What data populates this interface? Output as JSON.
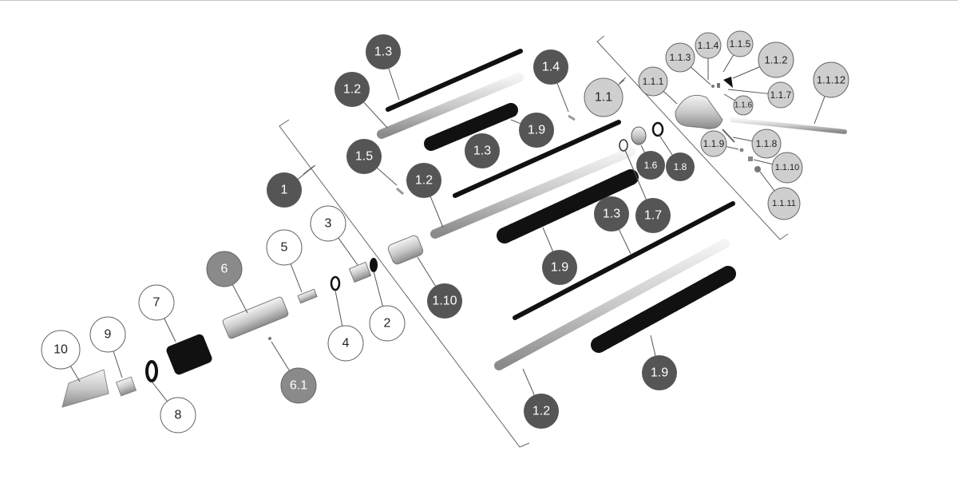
{
  "title": "Exploded parts diagram",
  "colors": {
    "dark": "#555555",
    "light": "#cfcfcf",
    "medium": "#8a8a8a",
    "white": "#ffffff",
    "line": "#555555"
  },
  "callouts": [
    {
      "label": "1.3",
      "style": "dark"
    },
    {
      "label": "1.2",
      "style": "dark"
    },
    {
      "label": "1.4",
      "style": "dark"
    },
    {
      "label": "1.9",
      "style": "dark"
    },
    {
      "label": "1.5",
      "style": "dark"
    },
    {
      "label": "1.3",
      "style": "dark"
    },
    {
      "label": "1.2",
      "style": "dark"
    },
    {
      "label": "1",
      "style": "dark"
    },
    {
      "label": "1.6",
      "style": "dark"
    },
    {
      "label": "1.8",
      "style": "dark"
    },
    {
      "label": "1.7",
      "style": "dark"
    },
    {
      "label": "1.3",
      "style": "dark"
    },
    {
      "label": "1.9",
      "style": "dark"
    },
    {
      "label": "1.10",
      "style": "dark"
    },
    {
      "label": "1.9",
      "style": "dark"
    },
    {
      "label": "1.2",
      "style": "dark"
    },
    {
      "label": "1.1",
      "style": "light"
    },
    {
      "label": "1.1.1",
      "style": "light"
    },
    {
      "label": "1.1.3",
      "style": "light"
    },
    {
      "label": "1.1.4",
      "style": "light"
    },
    {
      "label": "1.1.5",
      "style": "light"
    },
    {
      "label": "1.1.2",
      "style": "light"
    },
    {
      "label": "1.1.7",
      "style": "light"
    },
    {
      "label": "1.1.6",
      "style": "light"
    },
    {
      "label": "1.1.12",
      "style": "light"
    },
    {
      "label": "1.1.9",
      "style": "light"
    },
    {
      "label": "1.1.8",
      "style": "light"
    },
    {
      "label": "1.1.10",
      "style": "light"
    },
    {
      "label": "1.1.11",
      "style": "light"
    },
    {
      "label": "6",
      "style": "medium"
    },
    {
      "label": "6.1",
      "style": "medium"
    },
    {
      "label": "10",
      "style": "white"
    },
    {
      "label": "9",
      "style": "white"
    },
    {
      "label": "7",
      "style": "white"
    },
    {
      "label": "5",
      "style": "white"
    },
    {
      "label": "3",
      "style": "white"
    },
    {
      "label": "8",
      "style": "white"
    },
    {
      "label": "4",
      "style": "white"
    },
    {
      "label": "2",
      "style": "white"
    }
  ]
}
